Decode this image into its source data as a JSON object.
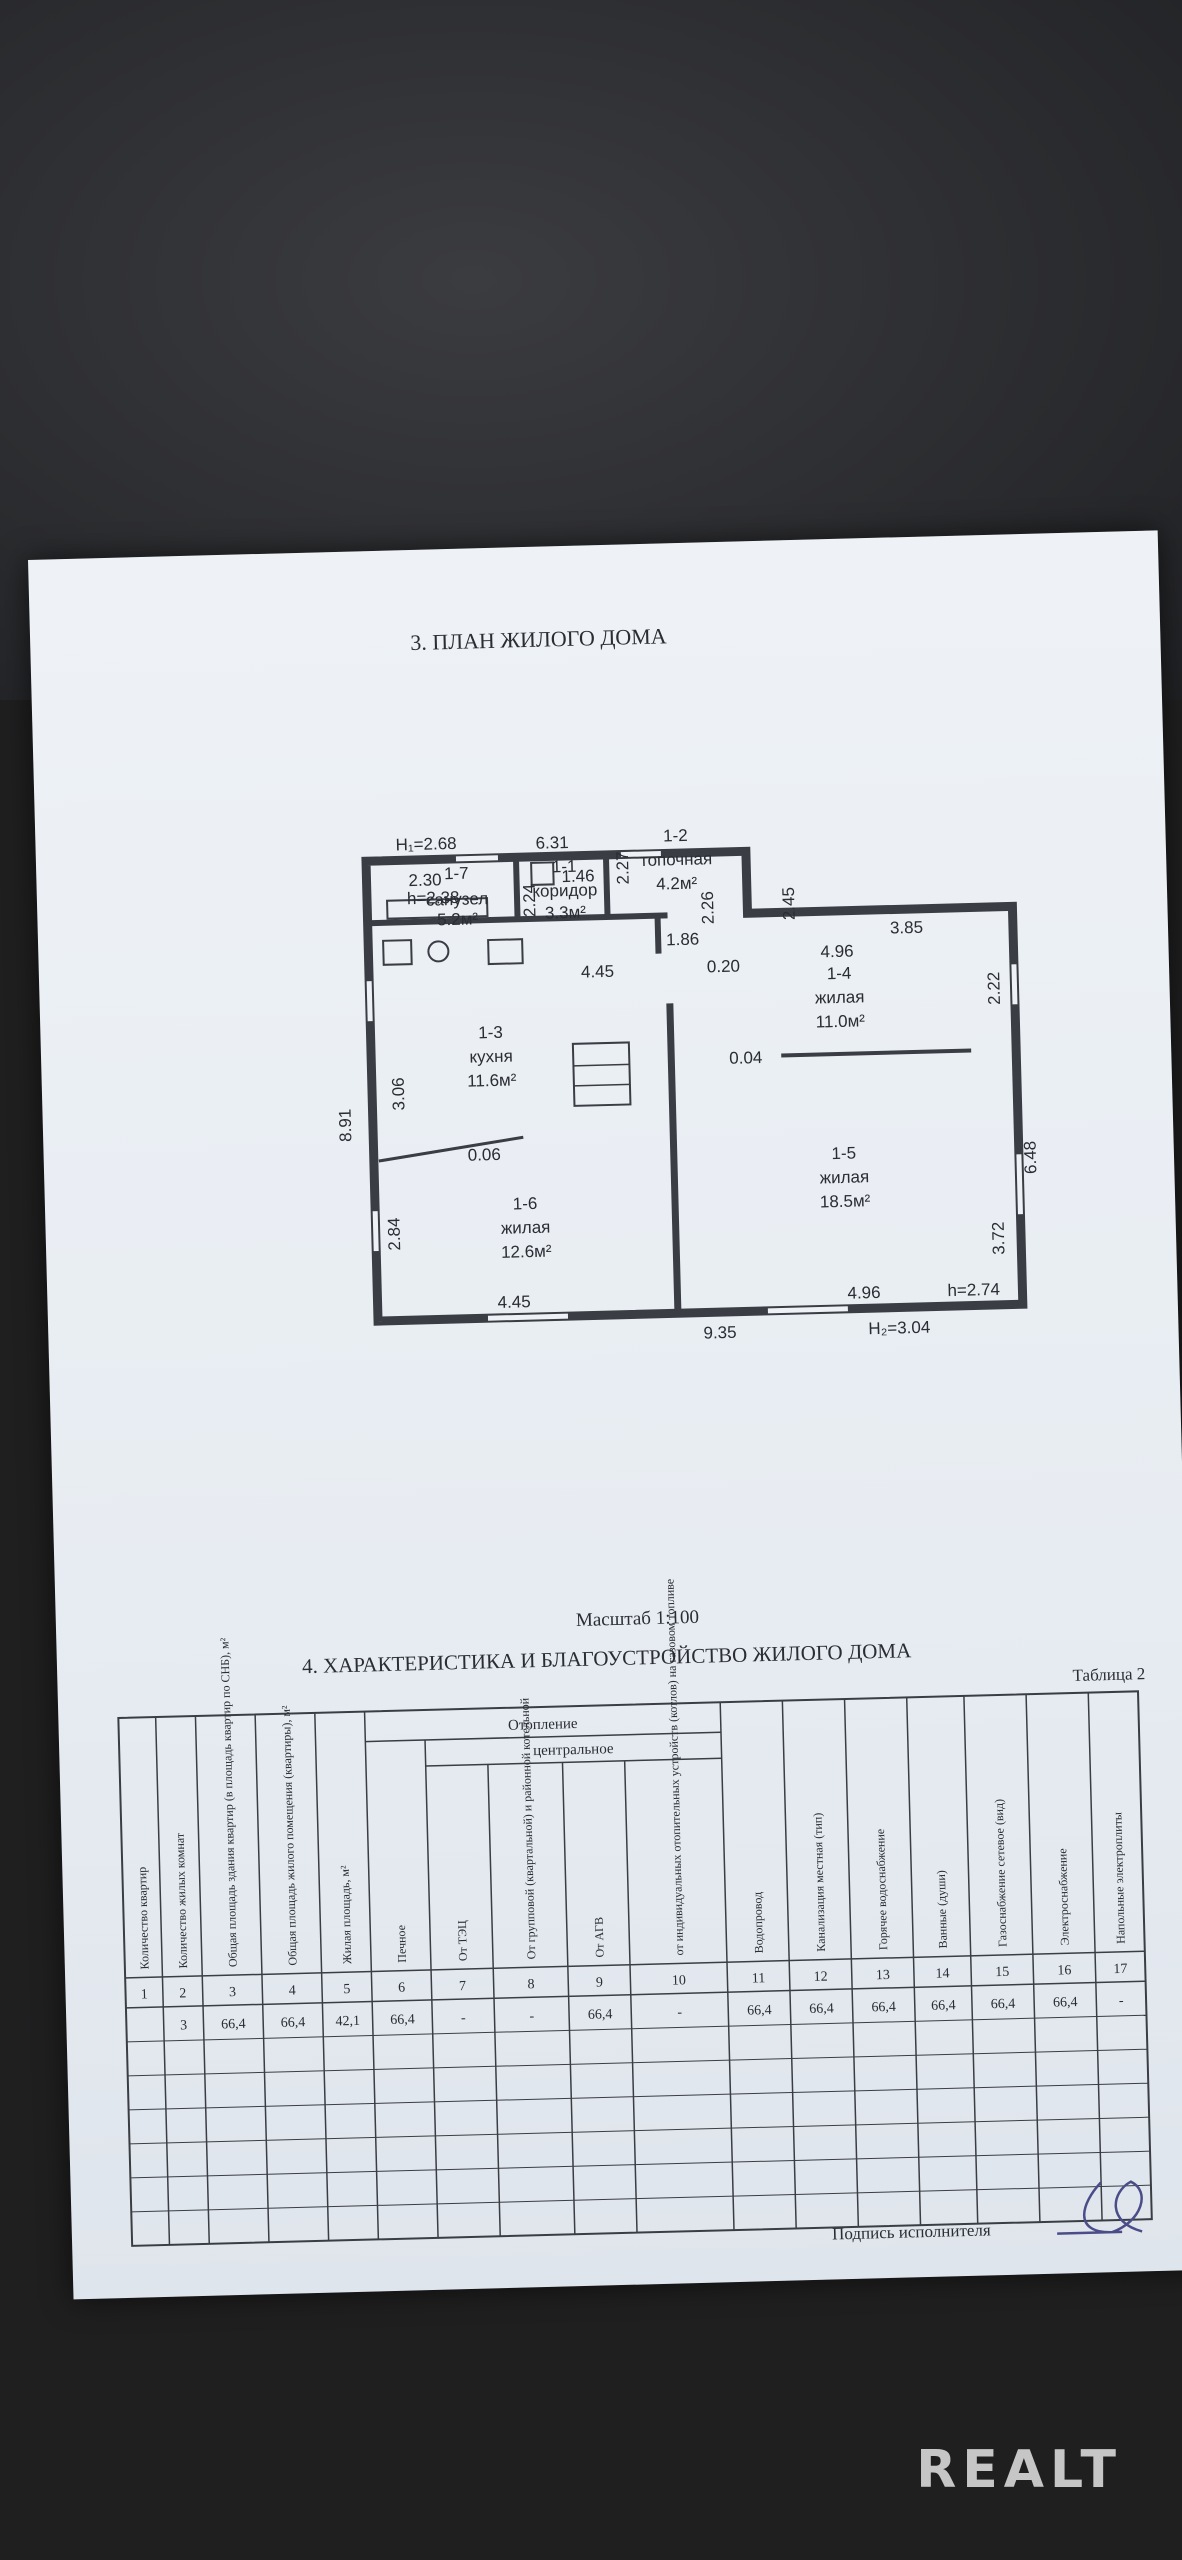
{
  "section3_title": "3. ПЛАН ЖИЛОГО ДОМА",
  "plan": {
    "dims": {
      "h_top": "H₁=2.68",
      "top_631": "6.31",
      "d230": "2.30",
      "h238": "h=2.38",
      "d146": "1.46",
      "d227": "2.27",
      "d245": "2.45",
      "d224": "2.24",
      "d226": "2.26",
      "d186": "1.86",
      "d385": "3.85",
      "d496_top": "4.96",
      "d445_top": "4.45",
      "d020": "0.20",
      "d222": "2.22",
      "d891": "8.91",
      "d306": "3.06",
      "d004": "0.04",
      "d648": "6.48",
      "d006": "0.06",
      "d284": "2.84",
      "d372": "3.72",
      "h274": "h=2.74",
      "d445_bot": "4.45",
      "d496_bot": "4.96",
      "d935": "9.35",
      "h_bot": "H₂=3.04"
    },
    "rooms": [
      {
        "num": "1-7",
        "name": "санузел",
        "area": "5.2м²"
      },
      {
        "num": "1-1",
        "name": "коридор",
        "area": "3.3м²"
      },
      {
        "num": "1-2",
        "name": "топочная",
        "area": "4.2м²"
      },
      {
        "num": "1-3",
        "name": "кухня",
        "area": "11.6м²"
      },
      {
        "num": "1-4",
        "name": "жилая",
        "area": "11.0м²"
      },
      {
        "num": "1-5",
        "name": "жилая",
        "area": "18.5м²"
      },
      {
        "num": "1-6",
        "name": "жилая",
        "area": "12.6м²"
      }
    ]
  },
  "scale_label": "Масштаб  1:100",
  "section4_title": "4. ХАРАКТЕРИСТИКА И БЛАГОУСТРОЙСТВО ЖИЛОГО ДОМА",
  "table_label": "Таблица 2",
  "table": {
    "group_heating": "Отопление",
    "group_central": "центральное",
    "headers": [
      "Количество квартир",
      "Количество жилых комнат",
      "Общая площадь здания квартир (в площадь квартир по СНБ), м²",
      "Общая площадь жилого помещения (квартиры), м²",
      "Жилая площадь, м²",
      "Печное",
      "От ТЭЦ",
      "От групповой (квартальной) и районной котельной",
      "От АГВ",
      "от индивидуальных отопительных устройств (котлов) на газовом топливе",
      "Водопровод",
      "Канализация местная (тип)",
      "Горячее водоснабжение",
      "Ванные (души)",
      "Газоснабжение сетевое (вид)",
      "Электроснабжение",
      "Напольные электроплиты"
    ],
    "col_numbers": [
      "1",
      "2",
      "3",
      "4",
      "5",
      "6",
      "7",
      "8",
      "9",
      "10",
      "11",
      "12",
      "13",
      "14",
      "15",
      "16",
      "17"
    ],
    "row1": [
      "",
      "3",
      "66,4",
      "66,4",
      "42,1",
      "66,4",
      "-",
      "-",
      "66,4",
      "-",
      "66,4",
      "66,4",
      "66,4",
      "66,4",
      "66,4",
      "66,4",
      "-"
    ]
  },
  "signature_label": "Подпись исполнителя",
  "watermark": "REALT"
}
